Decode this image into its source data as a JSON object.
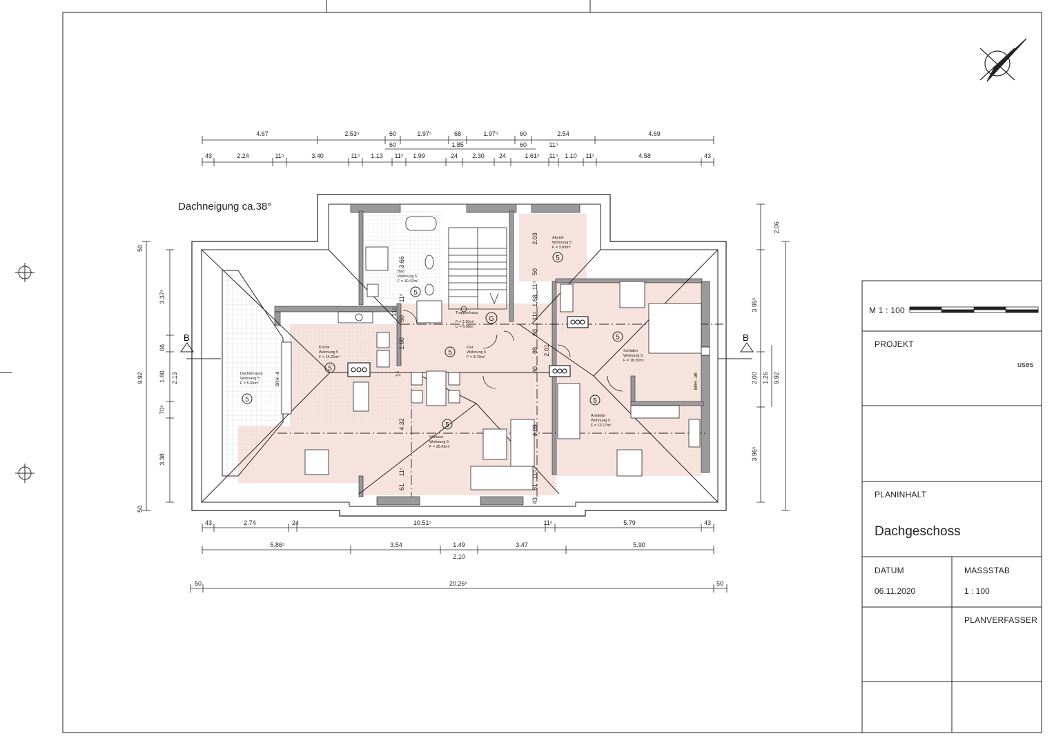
{
  "plan": {
    "roof_pitch": "Dachneigung ca.38°",
    "section_marker": "B",
    "unit_marker": "5",
    "stair_marker": "G",
    "rooms": [
      {
        "name": "Dachterrasse",
        "unit": "Wohnung 5",
        "area": "F = 5.60m²"
      },
      {
        "name": "Küche",
        "unit": "Wohnung 5",
        "area": "F = 14.21m²"
      },
      {
        "name": "Bad",
        "unit": "Wohnung 5",
        "area": "F = 10.42m²"
      },
      {
        "name": "Treppenhaus",
        "unit": "F = 2.30m²",
        "area": "U = 6.60m"
      },
      {
        "name": "Flur",
        "unit": "Wohnung 5",
        "area": "F = 8.73m²"
      },
      {
        "name": "Abstell",
        "unit": "Wohnung 5",
        "area": "F = 3.83m²"
      },
      {
        "name": "Schlafen",
        "unit": "Wohnung 5",
        "area": "F = 18.20m²"
      },
      {
        "name": "Ankleide",
        "unit": "Wohnung 5",
        "area": "F = 13.17m²"
      },
      {
        "name": "Wohnen",
        "unit": "Wohnung 5",
        "area": "F = 35.42m²"
      }
    ],
    "brh_left": "BRH -.8",
    "brh_right": "BRH -.98",
    "dims_top1": [
      "4.67",
      "2.53⁵",
      "60",
      "1.97⁵",
      "68",
      "1.97⁵",
      "60",
      "2.54",
      "4.69"
    ],
    "dims_top2": [
      "60",
      "1.85",
      "60",
      "11⁵"
    ],
    "dims_top3": [
      "43",
      "2.24",
      "11⁵",
      "3.40",
      "11⁵",
      "1.13",
      "11⁵",
      "1.99",
      "24",
      "2.30",
      "24",
      "1.61⁵",
      "11⁵",
      "1.10",
      "11⁵",
      "4.58",
      "43"
    ],
    "dims_bottom1": [
      "43",
      "2.74",
      "24",
      "10.51⁵",
      "11⁵",
      "5.79",
      "43"
    ],
    "dims_bottom2": [
      "5.86⁵",
      "3.54",
      "1.49",
      "3.47",
      "5.90"
    ],
    "dims_bottom2b": "2.10",
    "dims_bottom3": [
      "50",
      "20.26⁵",
      "50"
    ],
    "dims_left": [
      "50",
      "3.37⁵",
      "66",
      "1.80",
      "70⁵",
      "3.38",
      "50"
    ],
    "dims_left_total": "9.92",
    "dims_left_inner": "2.13",
    "dims_right": [
      "2.06",
      "3.95⁵",
      "2.00",
      "3.96⁵"
    ],
    "dims_right_inner": "1.26",
    "dims_right_total": "9.92",
    "dims_inner": [
      "3.66",
      "11⁵",
      "60",
      "11⁵",
      "1.60",
      "1⁵",
      "4.32",
      "11⁵",
      "61",
      "2.03",
      "50",
      "11⁵",
      "1.68",
      "11⁵",
      "60",
      "88",
      "2.01",
      "40",
      "4.09",
      "11⁵",
      "61",
      "43"
    ]
  },
  "title_block": {
    "scale_label": "M 1 : 100",
    "projekt_label": "PROJEKT",
    "projekt_value": "uses",
    "planinhalt_label": "PLANINHALT",
    "planinhalt_value": "Dachgeschoss",
    "datum_label": "DATUM",
    "datum_value": "06.11.2020",
    "massstab_label": "MASSSTAB",
    "massstab_value": "1 : 100",
    "planverfasser_label": "PLANVERFASSER"
  },
  "colors": {
    "line": "#222222",
    "room_fill": "#f7e3dd",
    "wall_gray": "#9a9a9a",
    "terrace_grid": "#c8c8c8"
  }
}
